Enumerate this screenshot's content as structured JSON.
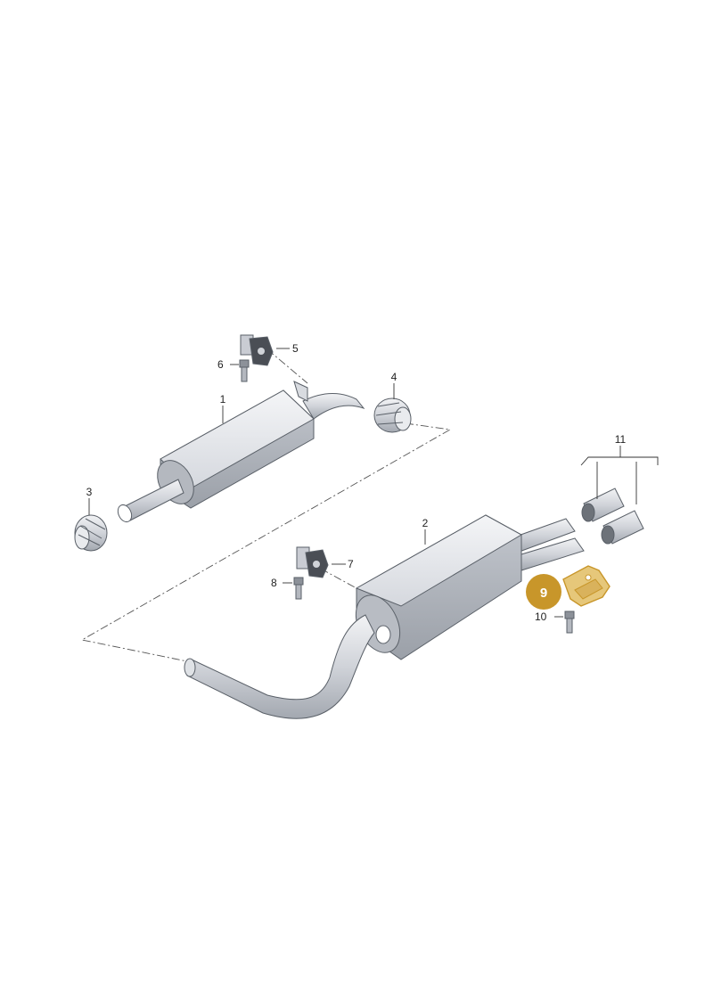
{
  "labels": {
    "p1": "1",
    "p2": "2",
    "p3": "3",
    "p4": "4",
    "p5": "5",
    "p6": "6",
    "p7": "7",
    "p8": "8",
    "p9": "9",
    "p10": "10",
    "p11": "11"
  },
  "colors": {
    "highlight": "#c8962a",
    "metal_light": "#e8eaee",
    "metal_mid": "#c9ccd3",
    "metal_dark": "#8c9199"
  }
}
